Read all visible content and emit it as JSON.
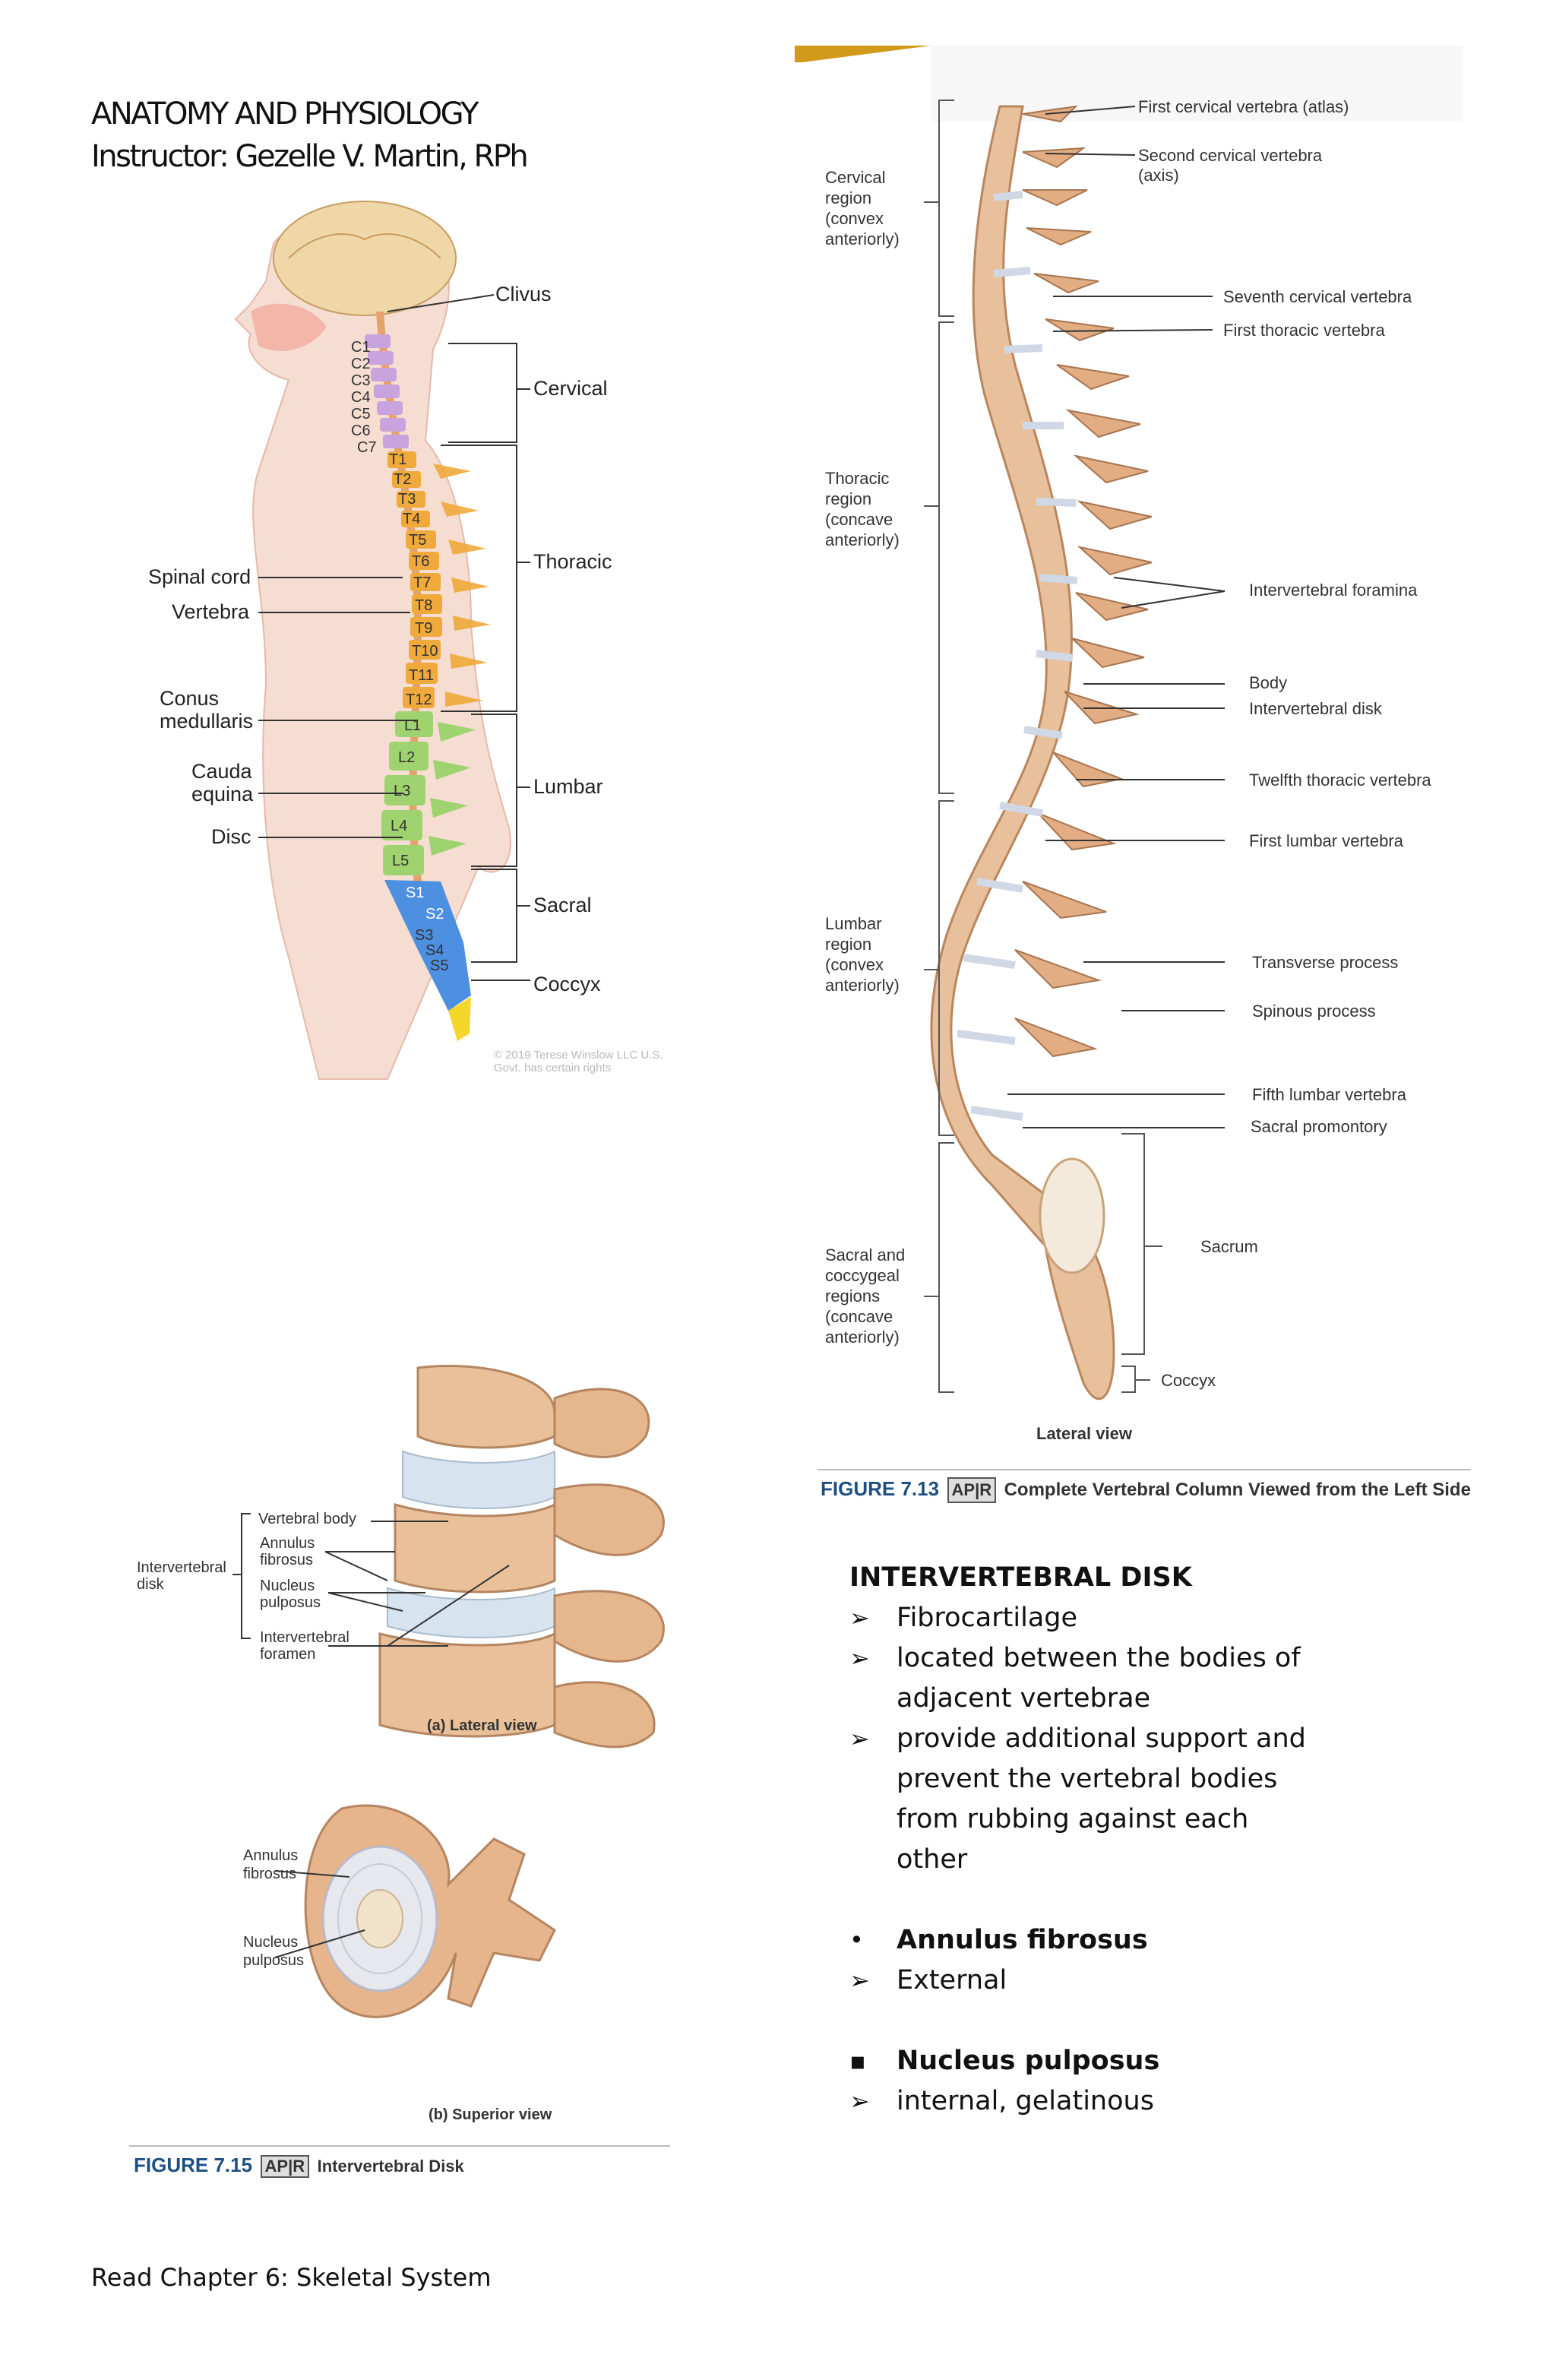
{
  "header": {
    "course": "ANATOMY AND PHYSIOLOGY",
    "instructor": "Instructor: Gezelle V. Martin, RPh"
  },
  "figure_spinal_cord": {
    "regions": [
      "Clivus",
      "Cervical",
      "Thoracic",
      "Lumbar",
      "Sacral",
      "Coccyx"
    ],
    "left_labels": [
      "Spinal cord",
      "Vertebra",
      "Conus medullaris",
      "Cauda equina",
      "Disc"
    ],
    "vertebrae": [
      "C1",
      "C2",
      "C3",
      "C4",
      "C5",
      "C6",
      "C7",
      "T1",
      "T2",
      "T3",
      "T4",
      "T5",
      "T6",
      "T7",
      "T8",
      "T9",
      "T10",
      "T11",
      "T12",
      "L1",
      "L2",
      "L3",
      "L4",
      "L5",
      "S1",
      "S2",
      "S3",
      "S4",
      "S5"
    ],
    "credit": "© 2019 Terese Winslow LLC U.S. Govt. has certain rights",
    "colors": {
      "cervical": "#c9a3dd",
      "thoracic": "#f0a93b",
      "lumbar": "#9fd36f",
      "sacral": "#4d8fe0",
      "coccyx": "#f5d62a",
      "skin": "#f6ddd2"
    }
  },
  "figure_7_13": {
    "left_regions": [
      "Cervical region (convex anteriorly)",
      "Thoracic region (concave anteriorly)",
      "Lumbar region (convex anteriorly)",
      "Sacral and coccygeal regions (concave anteriorly)"
    ],
    "right_labels": [
      "First cervical vertebra (atlas)",
      "Second cervical vertebra (axis)",
      "Seventh cervical vertebra",
      "First thoracic vertebra",
      "Intervertebral foramina",
      "Body",
      "Intervertebral disk",
      "Twelfth thoracic vertebra",
      "First lumbar vertebra",
      "Transverse process",
      "Spinous process",
      "Fifth lumbar vertebra",
      "Sacral promontory",
      "Sacrum",
      "Coccyx"
    ],
    "view": "Lateral view",
    "figure_no": "FIGURE 7.13",
    "apr": "AP|R",
    "caption": "Complete Vertebral Column Viewed from the Left Side"
  },
  "figure_7_15": {
    "lateral_labels": [
      "Vertebral body",
      "Annulus fibrosus",
      "Nucleus pulposus",
      "Intervertebral foramen"
    ],
    "group_label": "Intervertebral disk",
    "lateral_view": "(a) Lateral view",
    "superior_labels": [
      "Annulus fibrosus",
      "Nucleus pulposus"
    ],
    "superior_view": "(b) Superior view",
    "figure_no": "FIGURE 7.15",
    "apr": "AP|R",
    "caption": "Intervertebral Disk"
  },
  "notes": {
    "heading": "INTERVERTEBRAL DISK",
    "points": [
      "Fibrocartilage",
      "located between the bodies of adjacent vertebrae",
      "provide additional support and prevent the vertebral bodies from rubbing against each other"
    ],
    "annulus_title": "Annulus fibrosus",
    "annulus_point": "External",
    "nucleus_title": "Nucleus pulposus",
    "nucleus_point": "internal, gelatinous"
  },
  "footer": "Read Chapter 6: Skeletal System"
}
